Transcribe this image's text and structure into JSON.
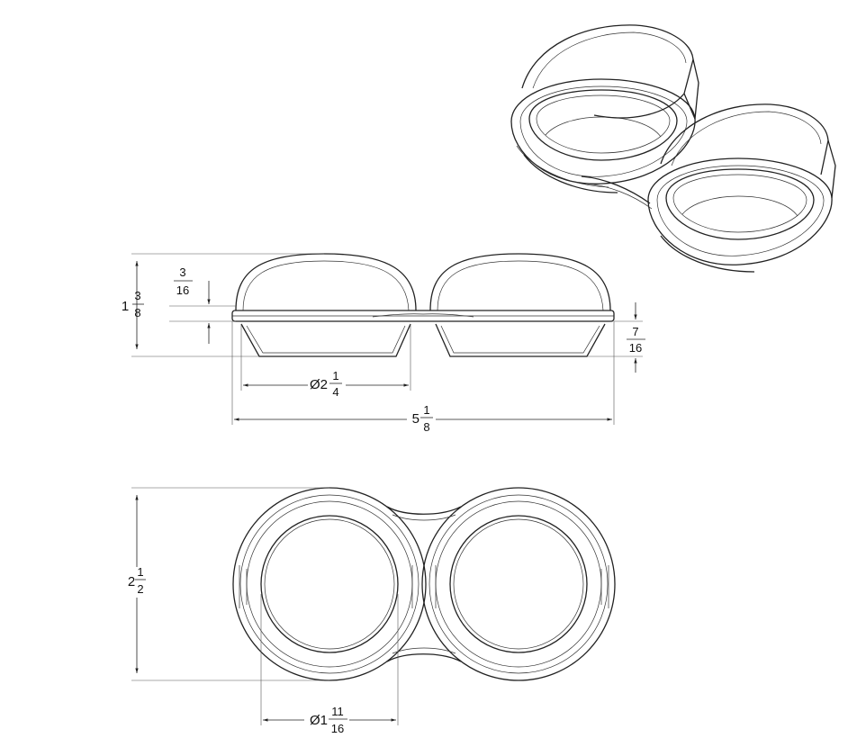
{
  "dimensions": {
    "height_total": {
      "whole": "1",
      "num": "3",
      "den": "8"
    },
    "lid_offset": {
      "num": "3",
      "den": "16"
    },
    "base_height": {
      "num": "7",
      "den": "16"
    },
    "cup_diameter": {
      "prefix": "Ø2",
      "num": "1",
      "den": "4"
    },
    "overall_length": {
      "whole": "5",
      "num": "1",
      "den": "8"
    },
    "width": {
      "whole": "2",
      "num": "1",
      "den": "2"
    },
    "inner_diameter": {
      "prefix": "Ø1",
      "num": "11",
      "den": "16"
    }
  },
  "colors": {
    "line": "#222222",
    "background": "#ffffff"
  }
}
